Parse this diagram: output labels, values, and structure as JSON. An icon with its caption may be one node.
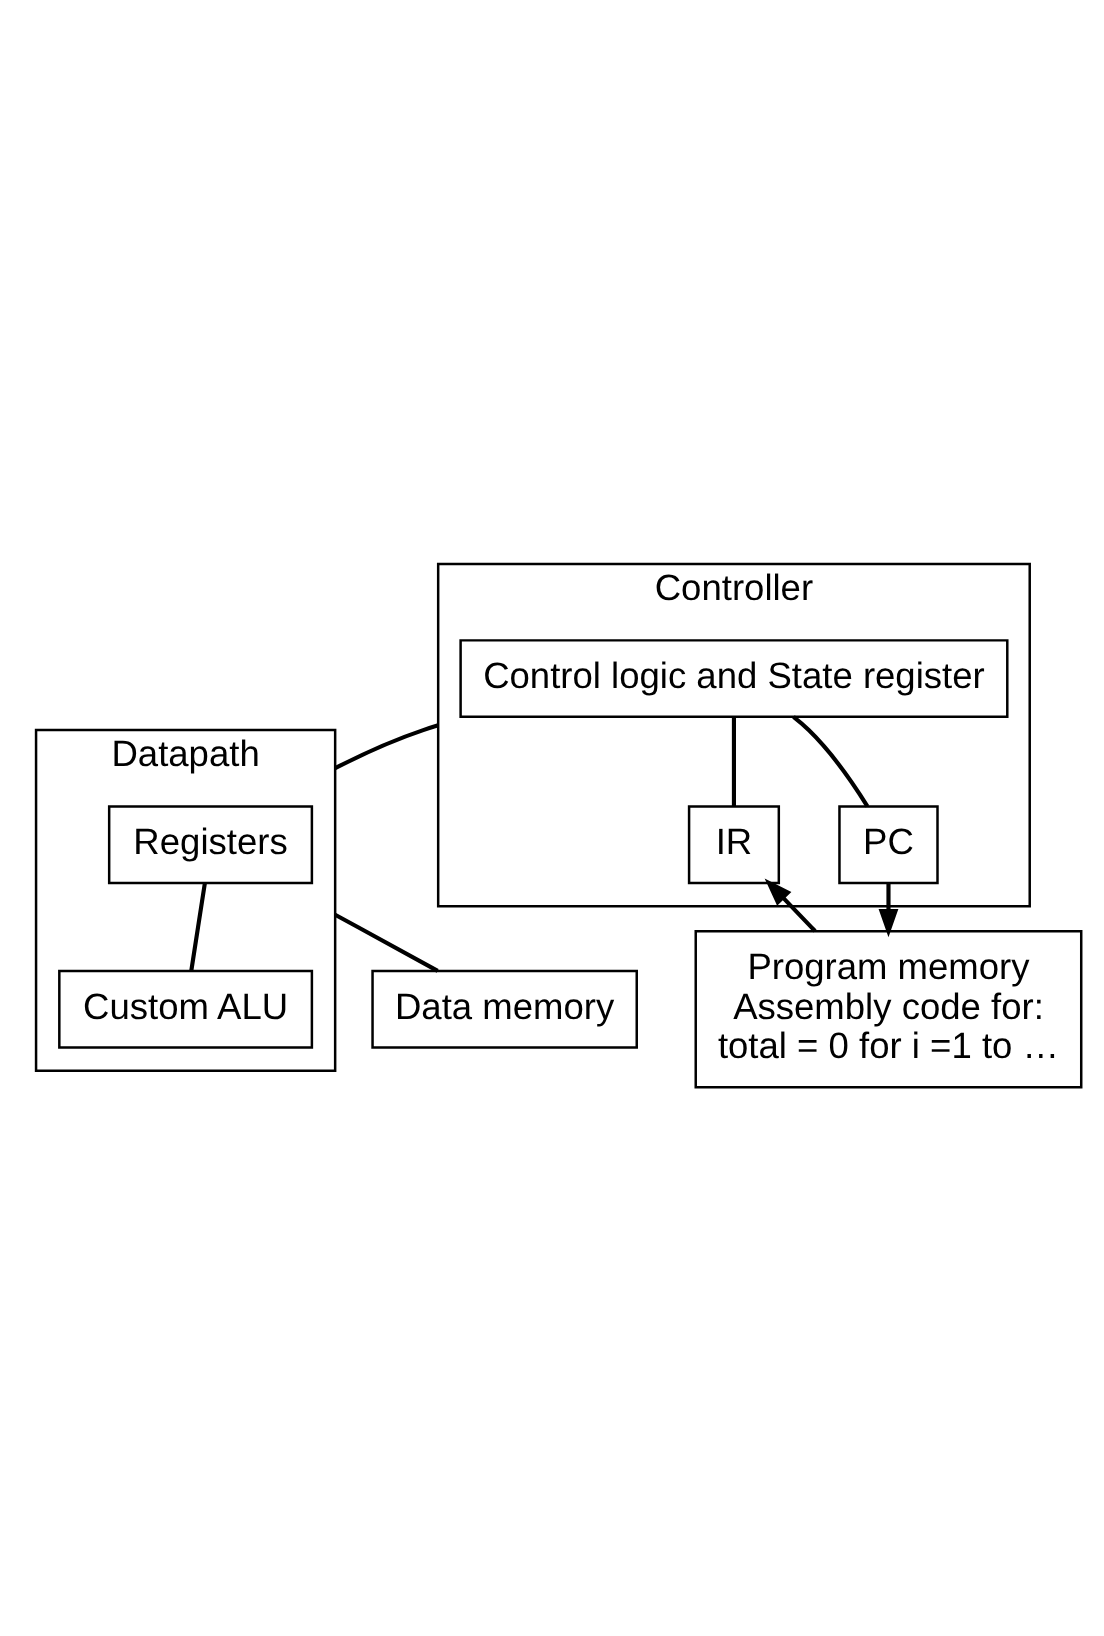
{
  "diagram": {
    "nodes": [
      {
        "text": [
          "Controller"
        ]
      },
      {
        "text": [
          "Control logic and State register"
        ],
        "in": 0
      },
      {
        "text": [
          "IR"
        ],
        "in": 0
      },
      {
        "text": [
          "PC"
        ],
        "in": 0
      },
      {
        "text": [
          "Datapath"
        ]
      },
      {
        "text": [
          "Registers"
        ],
        "in": 4
      },
      {
        "text": [
          "Custom ALU"
        ],
        "in": 4
      },
      {
        "text": [
          "Data memory"
        ]
      },
      {
        "text": [
          "Program memory",
          "Assembly code for:",
          "total = 0 for i =1 to …"
        ]
      }
    ],
    "edges": [
      {
        "from": 1,
        "to": 2,
        "arrow": "none"
      },
      {
        "from": 1,
        "to": 3,
        "arrow": "none"
      },
      {
        "from": 0,
        "to": 4,
        "arrow": "none"
      },
      {
        "from": 5,
        "to": 6,
        "arrow": "none"
      },
      {
        "from": 4,
        "to": 7,
        "arrow": "none"
      },
      {
        "from": 8,
        "to": 2,
        "arrow": "to"
      },
      {
        "from": 3,
        "to": 8,
        "arrow": "to"
      }
    ]
  }
}
